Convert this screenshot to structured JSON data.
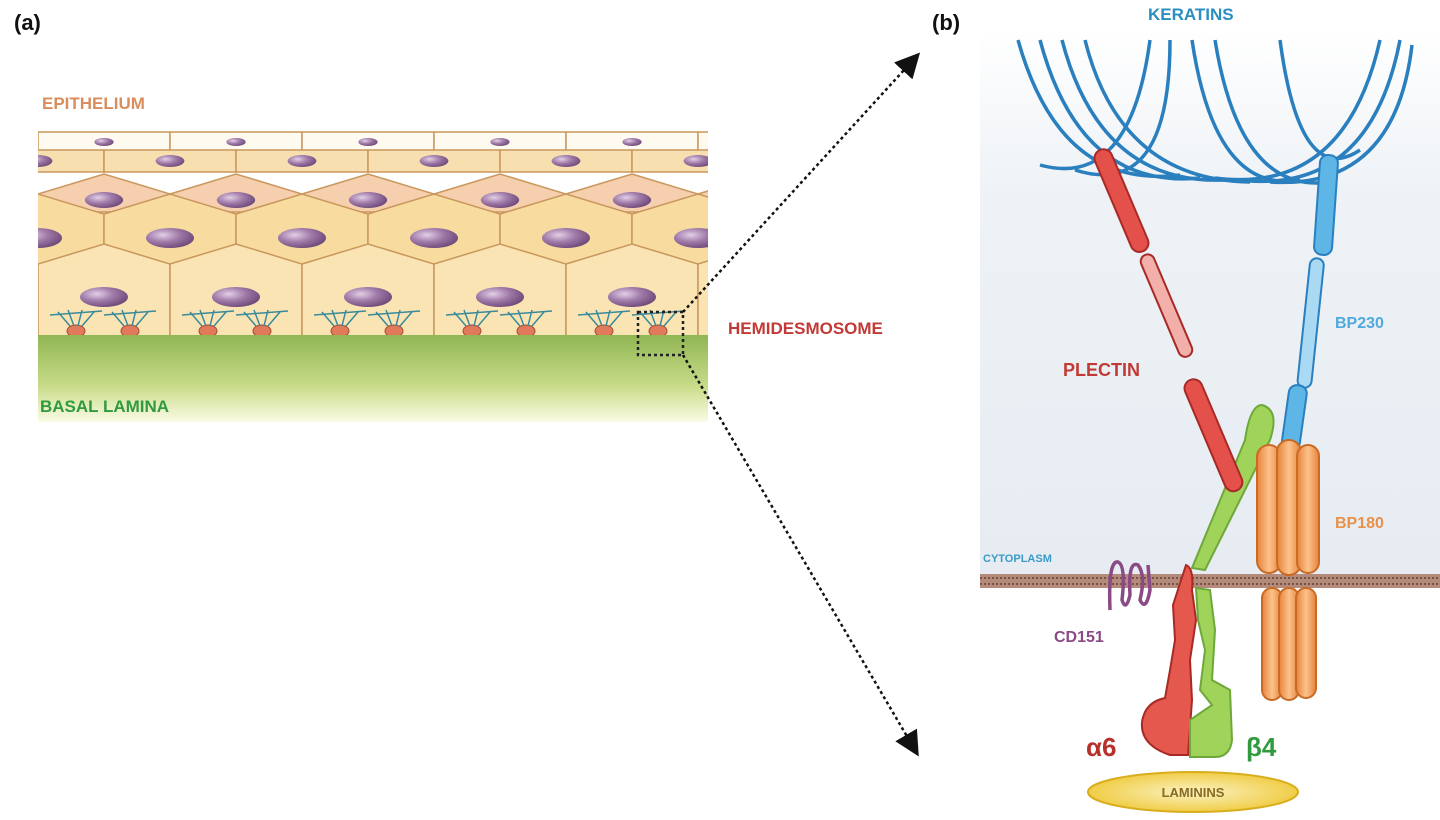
{
  "panel_a": {
    "label": "(a)",
    "epithelium": "EPITHELIUM",
    "basal_lamina": "BASAL LAMINA",
    "hemidesmosome": "HEMIDESMOSOME"
  },
  "panel_b": {
    "label": "(b)",
    "keratins": "KERATINS",
    "plectin": "PLECTIN",
    "bp230": "BP230",
    "bp180": "BP180",
    "cytoplasm": "CYTOPLASM",
    "cd151": "CD151",
    "alpha6": "α6",
    "beta4": "β4",
    "laminins": "LAMININS"
  },
  "colors": {
    "epithelium": "#d98d5c",
    "basal_lamina": "#2f9a3e",
    "hemidesmosome": "#c23a36",
    "keratin": "#2a7fbf",
    "plectin": "#d9403a",
    "bp230": "#4fa9dc",
    "bp180": "#ef9a4a",
    "beta4": "#8cc84b",
    "cd151": "#8a4a86",
    "laminin": "#f1d24a"
  }
}
